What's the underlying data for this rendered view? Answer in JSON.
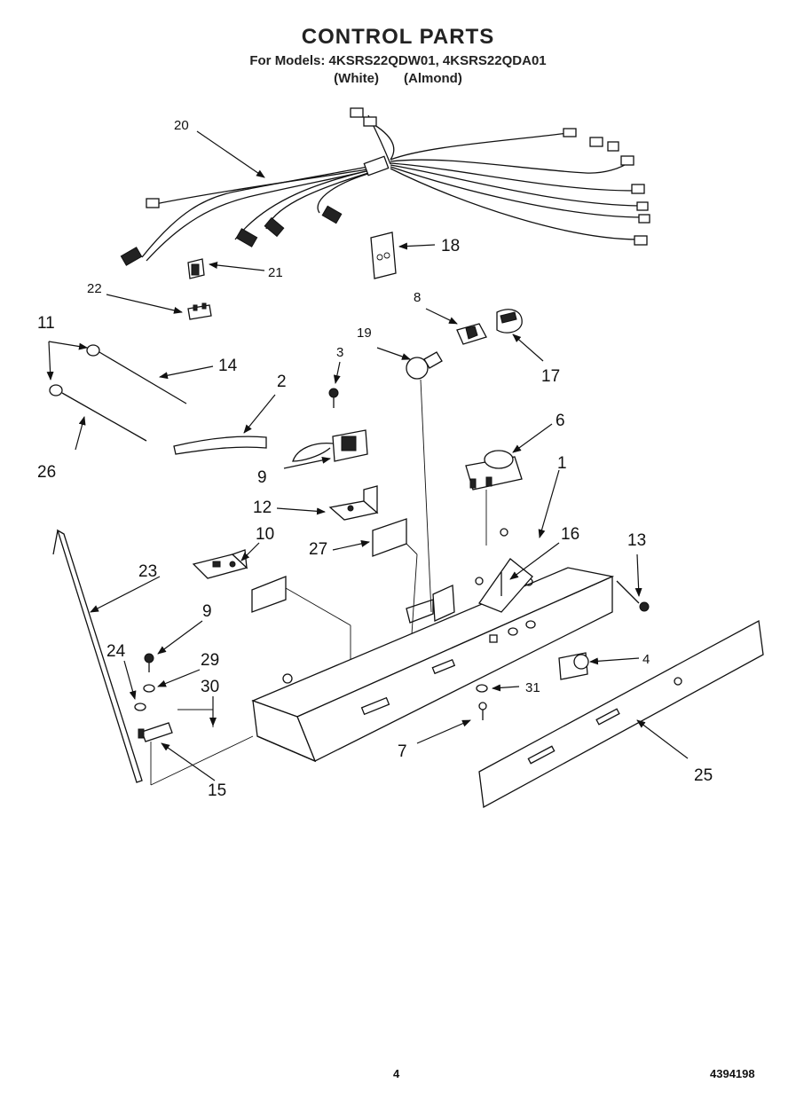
{
  "header": {
    "title": "CONTROL PARTS",
    "models_line": "For Models: 4KSRS22QDW01, 4KSRS22QDA01",
    "variant_white": "(White)",
    "variant_almond": "(Almond)"
  },
  "callouts": {
    "c1": "1",
    "c2": "2",
    "c3": "3",
    "c4": "4",
    "c6": "6",
    "c7": "7",
    "c8": "8",
    "c9a": "9",
    "c9b": "9",
    "c10": "10",
    "c11": "11",
    "c12": "12",
    "c13": "13",
    "c14": "14",
    "c15": "15",
    "c16": "16",
    "c17": "17",
    "c18": "18",
    "c19": "19",
    "c20": "20",
    "c21": "21",
    "c22": "22",
    "c23": "23",
    "c24": "24",
    "c25": "25",
    "c26": "26",
    "c27": "27",
    "c29": "29",
    "c30": "30",
    "c31": "31"
  },
  "footer": {
    "page_number": "4",
    "document_number": "4394198"
  }
}
